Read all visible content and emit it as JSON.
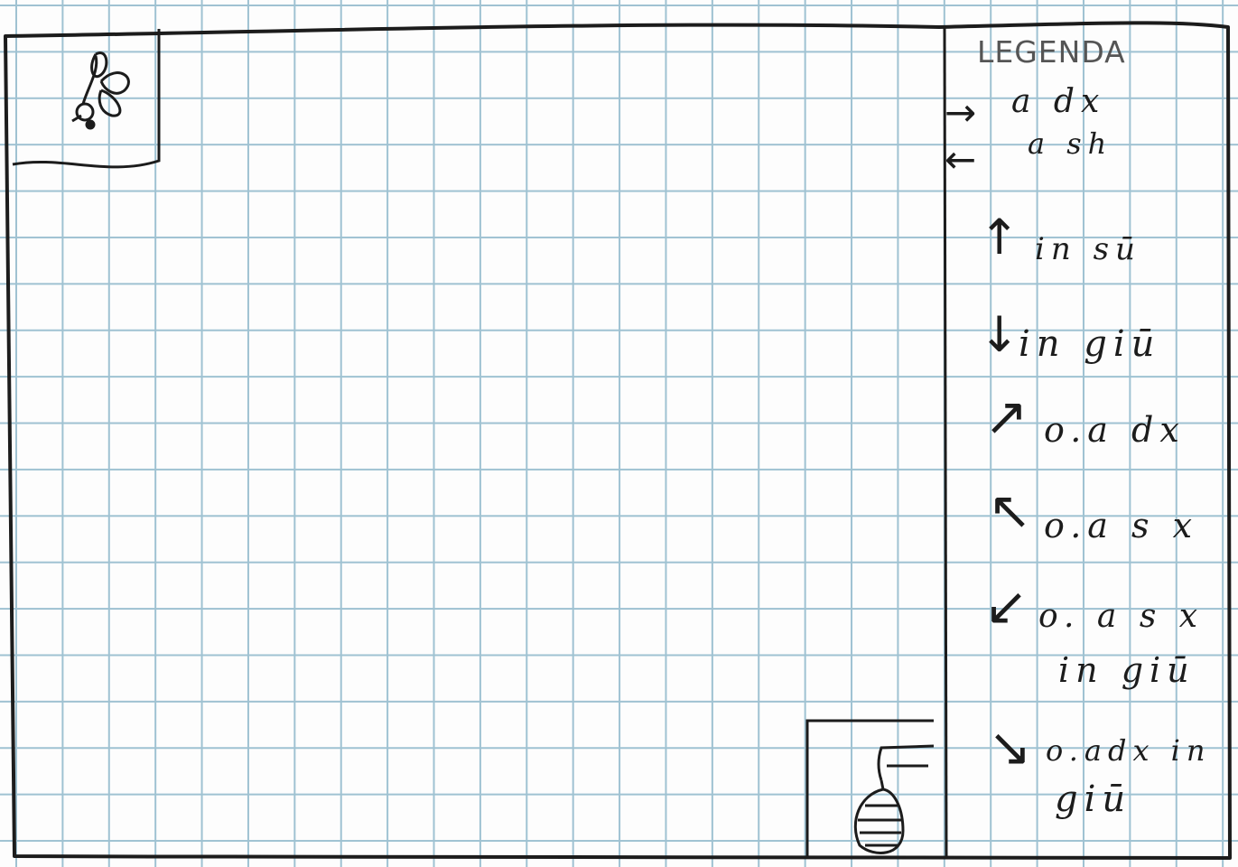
{
  "legend": {
    "title": "LEGENDA",
    "items": [
      {
        "direction": "right",
        "glyph": "→",
        "label": "a dx"
      },
      {
        "direction": "left",
        "glyph": "←",
        "label": "a sh"
      },
      {
        "direction": "up",
        "glyph": "↑",
        "label": "in sū"
      },
      {
        "direction": "down",
        "glyph": "↓",
        "label": "in giū"
      },
      {
        "direction": "up-right",
        "glyph": "↗",
        "label": "o.a dx"
      },
      {
        "direction": "up-left",
        "glyph": "↖",
        "label": "o.a s x"
      },
      {
        "direction": "down-left",
        "glyph": "↙",
        "label": "o. a s x",
        "label2": "in giū"
      },
      {
        "direction": "down-right",
        "glyph": "↘",
        "label": "o.adx in",
        "label2": "giū"
      }
    ]
  },
  "icons": {
    "flag_emblem": "bee-icon",
    "goal": "beehive-icon"
  },
  "colors": {
    "grid": "#9fc2d2",
    "ink": "#1c1c1c",
    "paper": "#fdfdfd"
  }
}
